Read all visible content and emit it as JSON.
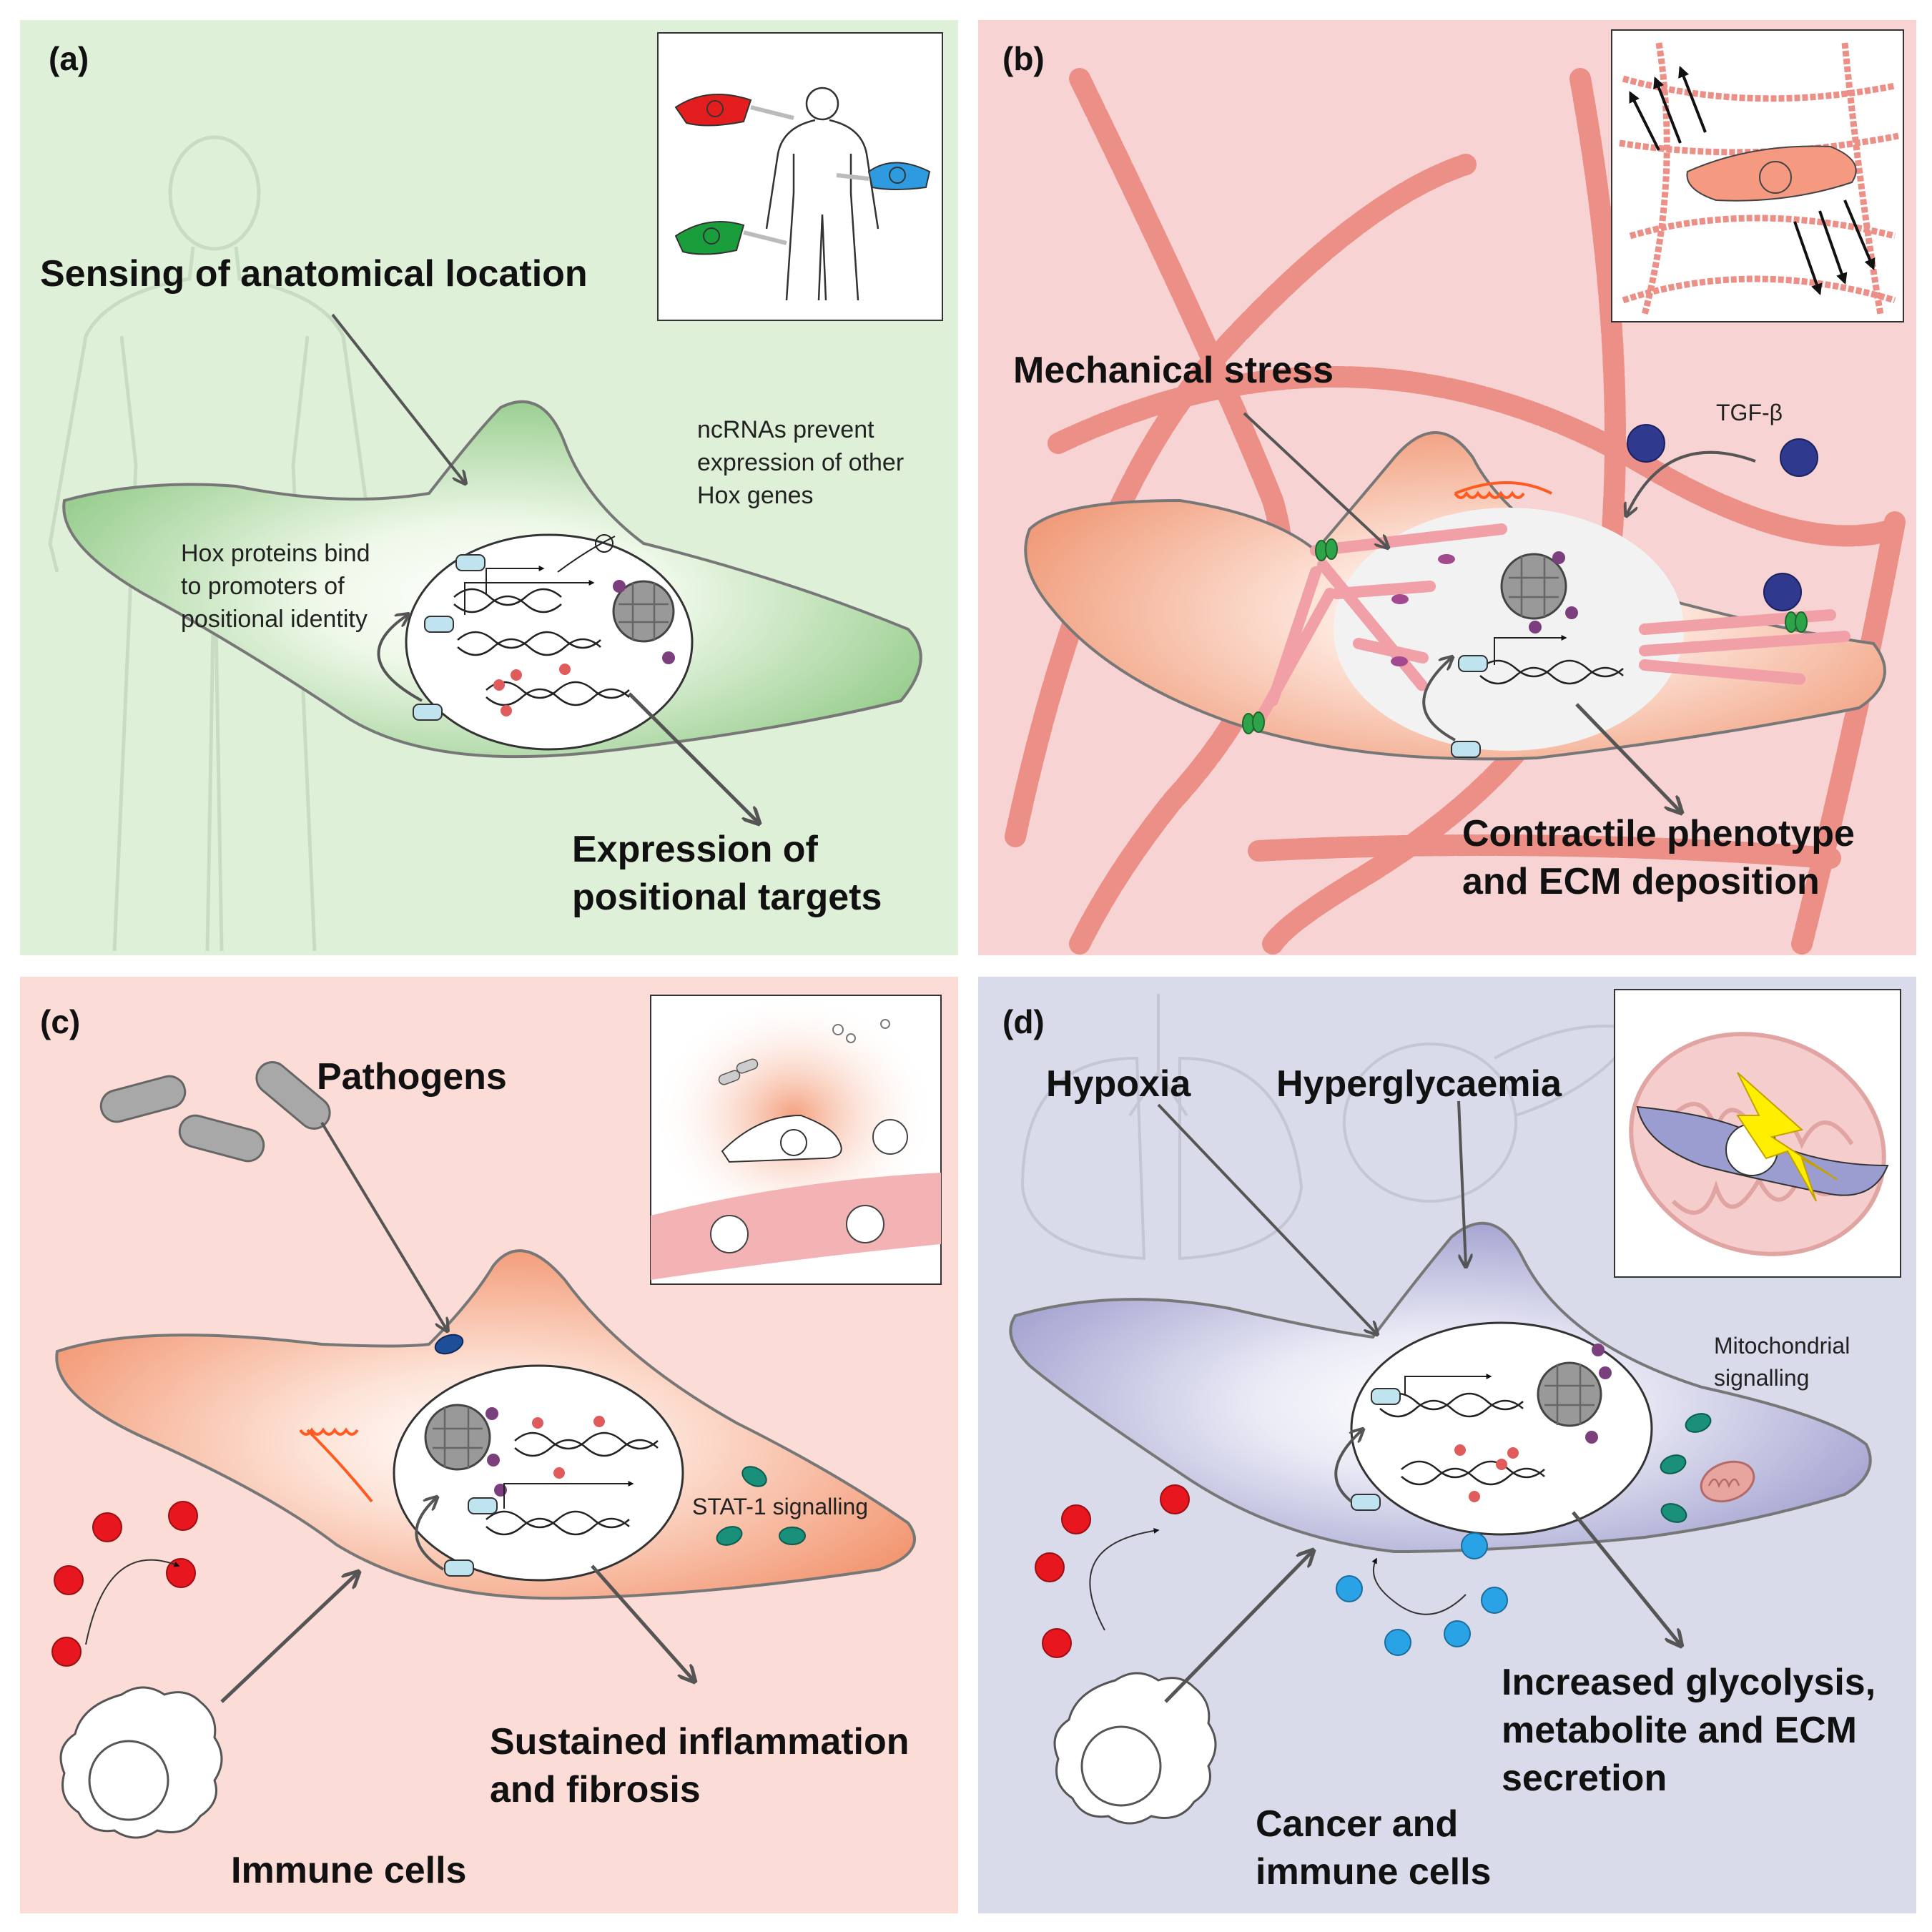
{
  "panels": {
    "a": {
      "label": "(a)",
      "title": "Sensing of anatomical location",
      "note_ncrna": [
        "ncRNAs prevent",
        "expression of other",
        "Hox genes"
      ],
      "note_hox": [
        "Hox proteins bind",
        "to promoters of",
        "positional identity"
      ],
      "outcome": [
        "Expression of",
        "positional targets"
      ],
      "background": "#dff0d8"
    },
    "b": {
      "label": "(b)",
      "title": "Mechanical stress",
      "tgf": "TGF-β",
      "outcome": [
        "Contractile phenotype",
        "and ECM deposition"
      ],
      "background": "#f7d3d3"
    },
    "c": {
      "label": "(c)",
      "title": "Pathogens",
      "stat": "STAT-1 signalling",
      "immune": "Immune cells",
      "outcome": [
        "Sustained inflammation",
        "and fibrosis"
      ],
      "background": "#fbdcd6"
    },
    "d": {
      "label": "(d)",
      "hypoxia": "Hypoxia",
      "hyperglycaemia": "Hyperglycaemia",
      "mito": [
        "Mitochondrial",
        "signalling"
      ],
      "cells": [
        "Cancer and",
        "immune cells"
      ],
      "outcome": [
        "Increased glycolysis,",
        "metabolite and ECM",
        "secretion"
      ],
      "background": "#d9daea"
    }
  },
  "colors": {
    "nucleus_fill": "#ffffff",
    "protein_box": "#bfe3ef",
    "signal_red": "#e8171f",
    "signal_blue": "#2aa3e6",
    "receptor_dark_blue": "#1f4e99",
    "teal_stat": "#1a8f7a",
    "tgf_beta": "#2f3a8f",
    "collagen": "#ec8f87",
    "arrow_grey": "#555555"
  },
  "icons": [
    "human-silhouette-icon",
    "fibroblast-icon",
    "nucleus-icon",
    "histone-icon",
    "collagen-fiber-icon",
    "pathogen-rod-icon",
    "immune-cell-icon",
    "mitochondrion-icon",
    "lightning-icon",
    "lungs-icon",
    "pancreas-icon"
  ]
}
